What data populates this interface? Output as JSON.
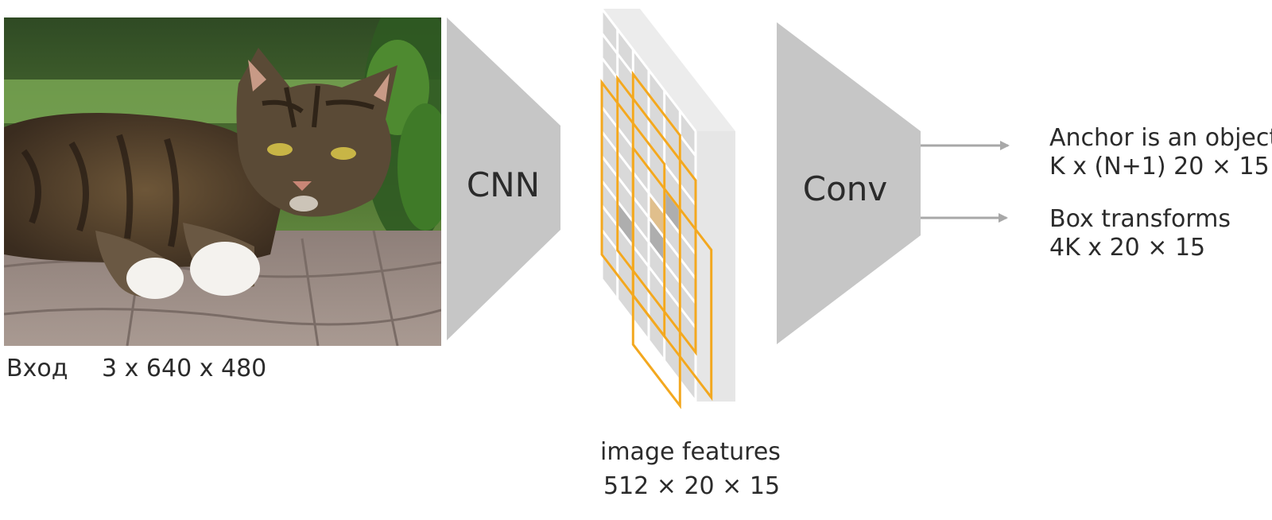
{
  "input": {
    "label": "Вход",
    "dims": "3 x 640 x 480",
    "image_subject": "tabby-cat-photo"
  },
  "cnn": {
    "label": "CNN"
  },
  "features": {
    "line1": "image features",
    "line2": "512 × 20 × 15"
  },
  "conv": {
    "label": "Conv"
  },
  "outputs": [
    {
      "line1": "Anchor is an object?",
      "line2": "K x (N+1) 20 × 15"
    },
    {
      "line1": "Box transforms",
      "line2": "4K x 20 × 15"
    }
  ],
  "colors": {
    "block": "#c6c6c6",
    "arrow": "#a8a8a8",
    "anchor": "#f3a81f",
    "anchor_fill": "#e0bf8c",
    "cell_dark": "#aeaeae",
    "slab_face": "#d9d9d9",
    "slab_side": "#e6e6e6",
    "slab_top": "#ececec"
  }
}
